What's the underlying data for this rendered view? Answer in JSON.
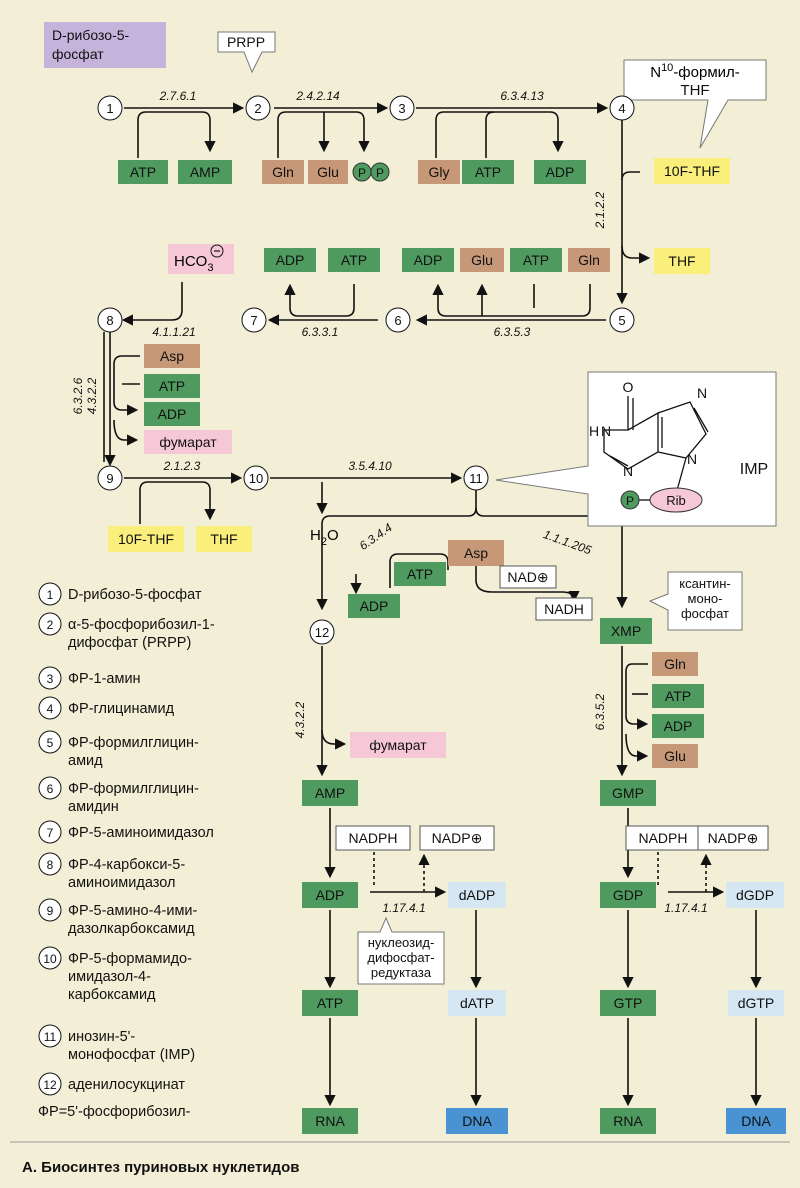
{
  "title": "А. Биосинтез пуриновых нуклетидов",
  "colors": {
    "background": "#f3efd6",
    "green_box": "#4f9a5f",
    "brown_box": "#c79878",
    "yellow_box": "#fbef7c",
    "pink_box": "#f6c8d7",
    "lilac_box": "#c5b3dc",
    "light_blue_box": "#d5e7f2",
    "blue_box": "#4a93d2",
    "white_box": "#ffffff"
  },
  "top_label": "D-рибозо-5-\nфосфат",
  "callouts": {
    "prpp": "PRPP",
    "n10": "N10-формил-\nTHF",
    "xanthine": "ксантин-\nмоно-\nфосфат",
    "reductase": "нуклеозид-\nдифосфат-\nредуктаза"
  },
  "nodes": [
    "1",
    "2",
    "3",
    "4",
    "5",
    "6",
    "7",
    "8",
    "9",
    "10",
    "11",
    "12"
  ],
  "enzymes": {
    "e1_2": "2.7.6.1",
    "e2_3": "2.4.2.14",
    "e3_4": "6.3.4.13",
    "e4_5": "2.1.2.2",
    "e5_6": "6.3.5.3",
    "e6_7": "6.3.3.1",
    "e7_8": "4.1.1.21",
    "e8_9a": "6.3.2.6",
    "e8_9b": "4.3.2.2",
    "e9_10": "2.1.2.3",
    "e10_11": "3.5.4.10",
    "e11_12": "6.3.4.4",
    "e11_xmp": "1.1.1.205",
    "e12_amp": "4.3.2.2",
    "exmp_gmp": "6.3.5.2",
    "red_left": "1.17.4.1",
    "red_right": "1.17.4.1"
  },
  "boxes": {
    "atp": "ATP",
    "amp": "AMP",
    "gln": "Gln",
    "glu": "Glu",
    "p": "P",
    "gly": "Gly",
    "adp": "ADP",
    "f_thf": "10F-THF",
    "thf": "THF",
    "hco3": "HCO3",
    "asp": "Asp",
    "fumarate": "фумарат",
    "h2o": "H2O",
    "nad": "NAD⊕",
    "nadh": "NADH",
    "xmp": "XMP",
    "gmp": "GMP",
    "gdp": "GDP",
    "gtp": "GTP",
    "nadph": "NADPH",
    "nadp": "NADP⊕",
    "dadp": "dADP",
    "datp": "dATP",
    "dgdp": "dGDP",
    "dgtp": "dGTP",
    "rna": "RNA",
    "dna": "DNA"
  },
  "imp": {
    "o": "O",
    "hn": "H",
    "n": "N",
    "label": "IMP",
    "rib": "Rib",
    "p": "P"
  },
  "legend": [
    {
      "num": "1",
      "text": "D-рибозо-5-фосфат"
    },
    {
      "num": "2",
      "text": "α-5-фосфорибозил-1-\nдифосфат (PRPP)"
    },
    {
      "num": "3",
      "text": "ФР-1-амин"
    },
    {
      "num": "4",
      "text": "ФР-глицинамид"
    },
    {
      "num": "5",
      "text": "ФР-формилглицин-\nамид"
    },
    {
      "num": "6",
      "text": "ФР-формилглицин-\nамидин"
    },
    {
      "num": "7",
      "text": "ФР-5-аминоимидазол"
    },
    {
      "num": "8",
      "text": "ФР-4-карбокси-5-\nаминоимидазол"
    },
    {
      "num": "9",
      "text": "ФР-5-амино-4-ими-\nдазолкарбоксамид"
    },
    {
      "num": "10",
      "text": "ФР-5-формамидо-\nимидазол-4-\nкарбоксамид"
    },
    {
      "num": "11",
      "text": "инозин-5'-\nмонофосфат (IMP)"
    },
    {
      "num": "12",
      "text": "аденилосукцинат"
    }
  ],
  "footnote": "ФР=5'-фосфорибозил-"
}
